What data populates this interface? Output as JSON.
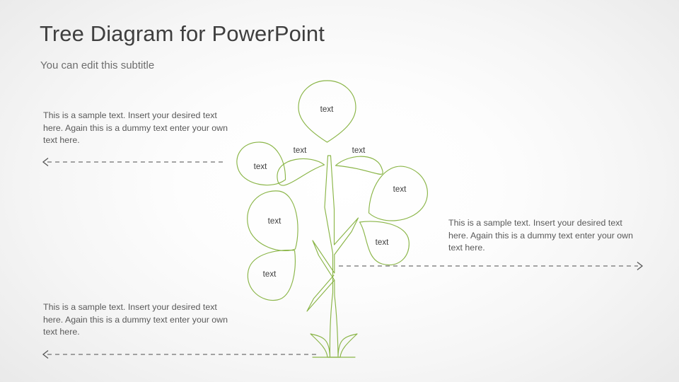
{
  "slide": {
    "title": "Tree Diagram for PowerPoint",
    "subtitle": "You can edit this subtitle",
    "accent_color": "#8ab547",
    "title_color": "#3f3f3f",
    "subtitle_color": "#6d6d6d",
    "body_text_color": "#595959",
    "connector_color": "#707070",
    "background": "radial light gray to white"
  },
  "captions": [
    {
      "id": "top-left",
      "text": "This is a sample text. Insert your desired text here. Again this is a dummy text enter your own text here.",
      "arrow_direction": "left"
    },
    {
      "id": "bottom-left",
      "text": "This is a sample text. Insert your desired text here. Again this is a dummy text enter your own text here.",
      "arrow_direction": "left"
    },
    {
      "id": "right",
      "text": "This is a sample text. Insert your desired text here. Again this is a dummy text enter your own text here.",
      "arrow_direction": "right"
    }
  ],
  "tree": {
    "shape": "tree-with-teardrop-leaves",
    "trunk_color": "#8ab547",
    "leaf_count": 8,
    "leaves": [
      {
        "id": "leaf-top",
        "label": "text",
        "position": "top-center"
      },
      {
        "id": "leaf-upper-left",
        "label": "text",
        "position": "upper-left"
      },
      {
        "id": "leaf-upper-right",
        "label": "text",
        "position": "upper-right"
      },
      {
        "id": "leaf-outer-left",
        "label": "text",
        "position": "outer-left"
      },
      {
        "id": "leaf-mid-right",
        "label": "text",
        "position": "mid-right"
      },
      {
        "id": "leaf-mid-left",
        "label": "text",
        "position": "mid-left"
      },
      {
        "id": "leaf-lower-right",
        "label": "text",
        "position": "lower-right"
      },
      {
        "id": "leaf-lower-left",
        "label": "text",
        "position": "lower-left"
      }
    ]
  }
}
